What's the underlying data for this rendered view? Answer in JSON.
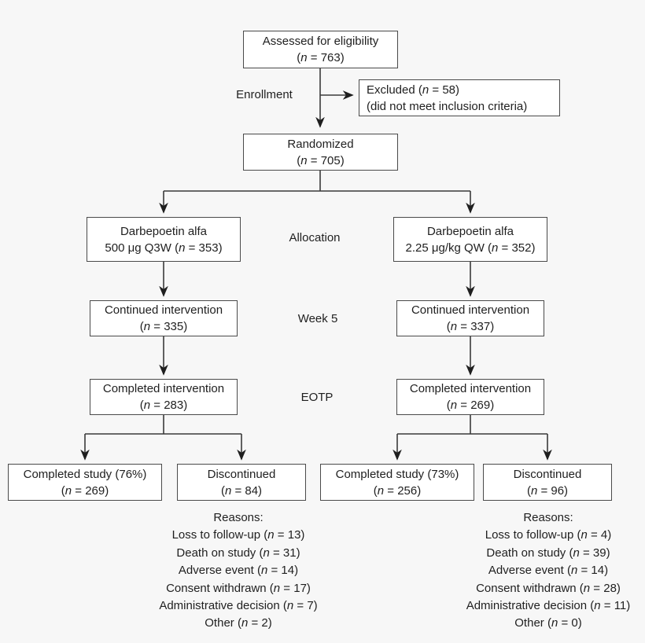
{
  "colors": {
    "background": "#f7f7f7",
    "box_fill": "#ffffff",
    "box_border": "#4a4a4a",
    "line": "#3a3a3a",
    "text": "#1f1f1f"
  },
  "diagram": {
    "assessed": {
      "line1": "Assessed for eligibility",
      "line2": "(n = 763)"
    },
    "enrollment_label": "Enrollment",
    "excluded": {
      "line1": "Excluded (n = 58)",
      "line2": "(did not meet inclusion criteria)"
    },
    "randomized": {
      "line1": "Randomized",
      "line2": "(n = 705)"
    },
    "stage_labels": {
      "allocation": "Allocation",
      "week5": "Week 5",
      "eotp": "EOTP"
    },
    "arms": [
      {
        "allocation": {
          "line1": "Darbepoetin alfa",
          "line2": "500 μg Q3W (n = 353)"
        },
        "week5": {
          "line1": "Continued intervention",
          "line2": "(n = 335)"
        },
        "eotp": {
          "line1": "Completed intervention",
          "line2": "(n = 283)"
        },
        "completed": {
          "line1": "Completed study (76%)",
          "line2": "(n = 269)"
        },
        "discontinued": {
          "line1": "Discontinued",
          "line2": "(n = 84)"
        },
        "reasons_title": "Reasons:",
        "reasons": [
          "Loss to follow-up (n = 13)",
          "Death on study (n = 31)",
          "Adverse event (n = 14)",
          "Consent withdrawn (n = 17)",
          "Administrative decision (n = 7)",
          "Other (n = 2)"
        ]
      },
      {
        "allocation": {
          "line1": "Darbepoetin alfa",
          "line2": "2.25 μg/kg QW (n = 352)"
        },
        "week5": {
          "line1": "Continued intervention",
          "line2": "(n = 337)"
        },
        "eotp": {
          "line1": "Completed intervention",
          "line2": "(n = 269)"
        },
        "completed": {
          "line1": "Completed study (73%)",
          "line2": "(n = 256)"
        },
        "discontinued": {
          "line1": "Discontinued",
          "line2": "(n = 96)"
        },
        "reasons_title": "Reasons:",
        "reasons": [
          "Loss to follow-up (n = 4)",
          "Death on study (n = 39)",
          "Adverse event (n = 14)",
          "Consent withdrawn (n = 28)",
          "Administrative decision (n = 11)",
          "Other (n = 0)"
        ]
      }
    ]
  }
}
